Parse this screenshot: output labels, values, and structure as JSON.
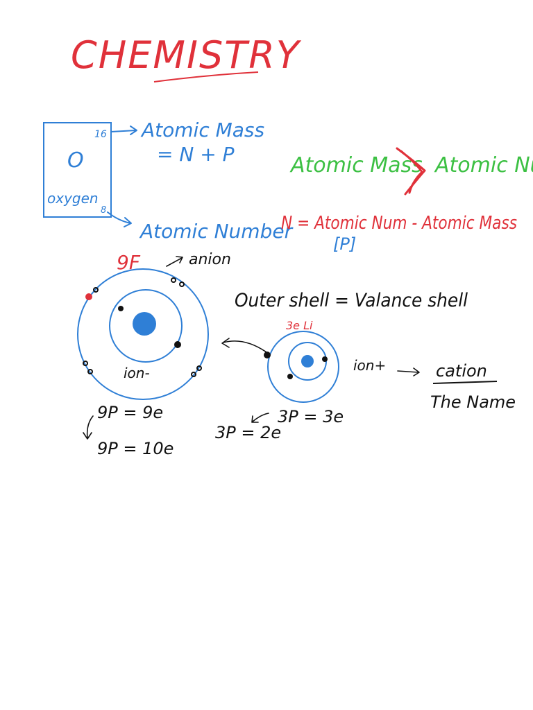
{
  "title": "CHEMISTRY",
  "element_box": {
    "symbol": "O",
    "name": "oxygen",
    "mass_number": "16",
    "atomic_number": "8",
    "mass_label": "Atomic Mass",
    "mass_formula": "= N + P",
    "number_label": "Atomic Number"
  },
  "comparison": {
    "left": "Atomic Mass",
    "right": "Atomic Num"
  },
  "neutron_formula": {
    "text": "N = Atomic Num - Atomic Mass",
    "bracket": "[P]"
  },
  "fluorine": {
    "label": "9F",
    "anion_label": "anion",
    "ion_label": "ion-",
    "eq1": "9P = 9e",
    "eq2": "9P = 10e"
  },
  "shell_note": "Outer shell = Valance shell",
  "lithium": {
    "label": "3e Li",
    "ion_label": "ion+",
    "cation_label": "cation",
    "name_label": "The Name",
    "eq1": "3P = 3e",
    "eq2": "3P = 2e"
  },
  "colors": {
    "red": "#e0313a",
    "blue": "#2f7fd6",
    "green": "#3cc043",
    "black": "#111111"
  }
}
